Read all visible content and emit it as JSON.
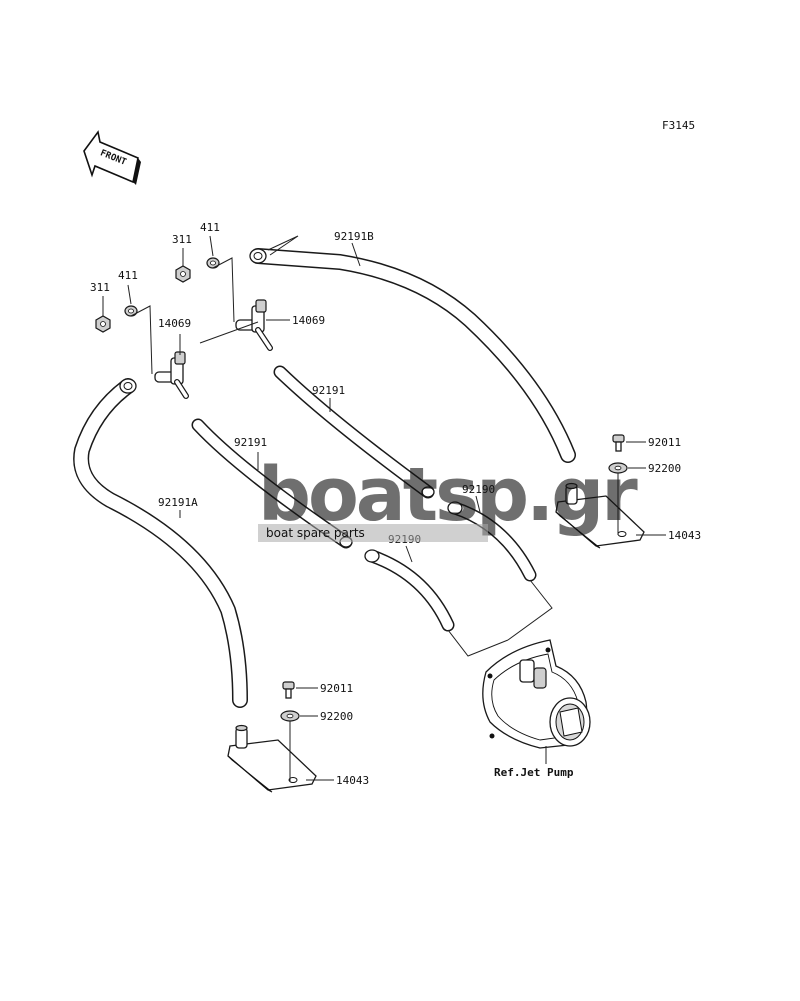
{
  "figure_code": "F3145",
  "front_arrow_label": "FRONT",
  "watermark": {
    "brand": "boatsp.gr",
    "tagline": "boat spare parts"
  },
  "callouts": [
    {
      "id": "c-311-a",
      "text": "311"
    },
    {
      "id": "c-411-a",
      "text": "411"
    },
    {
      "id": "c-311-b",
      "text": "311"
    },
    {
      "id": "c-411-b",
      "text": "411"
    },
    {
      "id": "c-14069-a",
      "text": "14069"
    },
    {
      "id": "c-14069-b",
      "text": "14069"
    },
    {
      "id": "c-92191b",
      "text": "92191B"
    },
    {
      "id": "c-92191-a",
      "text": "92191"
    },
    {
      "id": "c-92191-b",
      "text": "92191"
    },
    {
      "id": "c-92191a",
      "text": "92191A"
    },
    {
      "id": "c-92190-a",
      "text": "92190"
    },
    {
      "id": "c-92190-b",
      "text": "92190"
    },
    {
      "id": "c-92011-a",
      "text": "92011"
    },
    {
      "id": "c-92200-a",
      "text": "92200"
    },
    {
      "id": "c-14043-a",
      "text": "14043"
    },
    {
      "id": "c-92011-b",
      "text": "92011"
    },
    {
      "id": "c-92200-b",
      "text": "92200"
    },
    {
      "id": "c-14043-b",
      "text": "14043"
    },
    {
      "id": "c-ref-jet-pump",
      "text": "Ref.Jet Pump"
    }
  ]
}
